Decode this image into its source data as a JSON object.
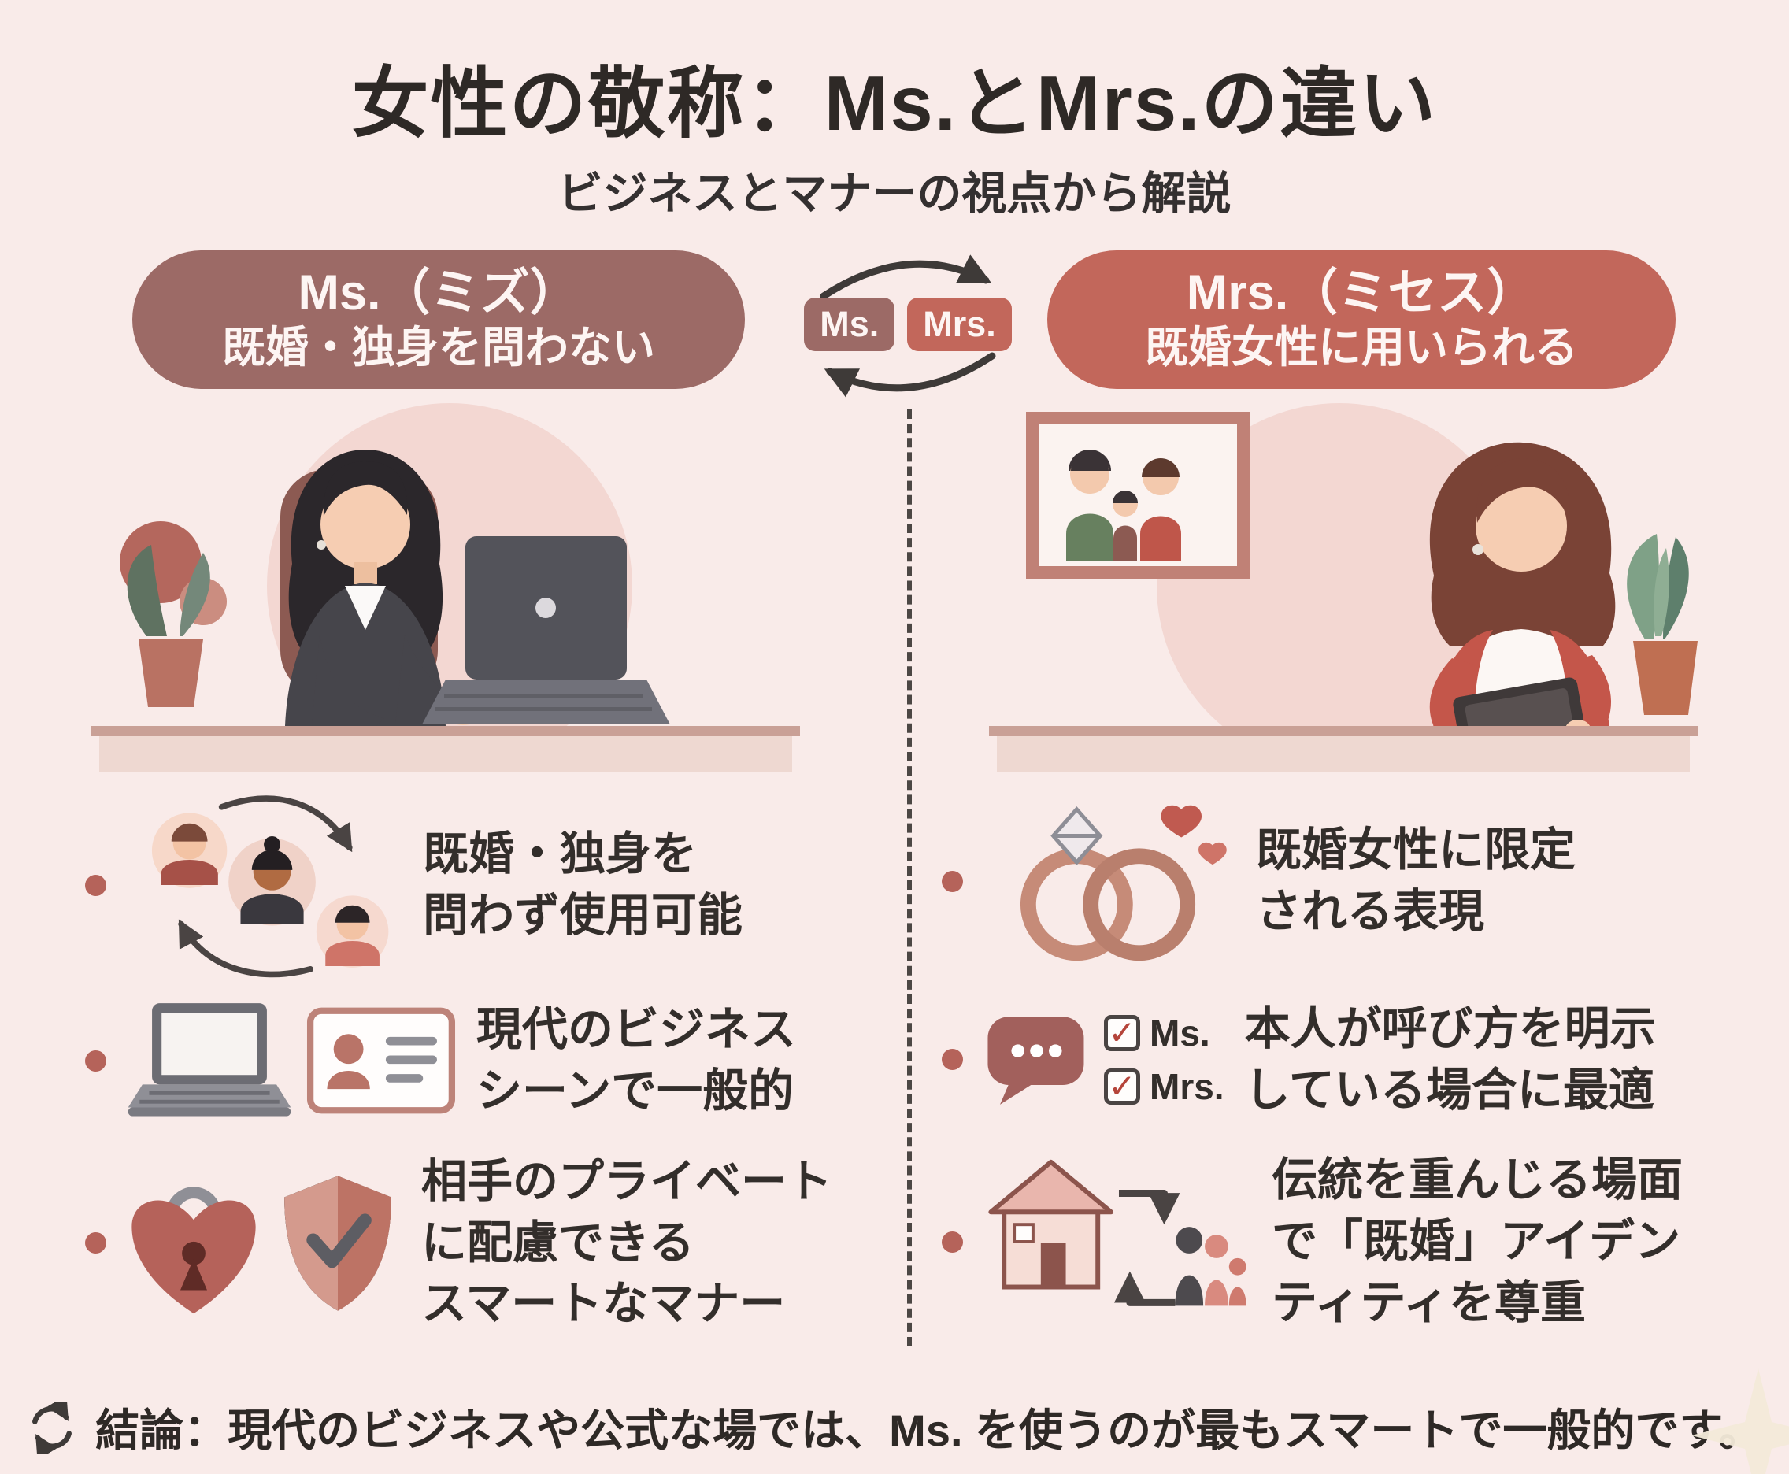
{
  "colors": {
    "background": "#f9ebe9",
    "title_text": "#2e2926",
    "left_pill_bg": "#9c6a66",
    "right_pill_bg": "#c2675b",
    "pill_text": "#fdf5f3",
    "bullet_dot": "#b5635a",
    "body_text": "#332e2b",
    "illustration_circle": "#f3d7d2",
    "check_mark": "#b5443a"
  },
  "header": {
    "title": "女性の敬称：Ms.とMrs.の違い",
    "subtitle": "ビジネスとマナーの視点から解説"
  },
  "swap": {
    "ms_label": "Ms.",
    "mrs_label": "Mrs."
  },
  "left_column": {
    "pill_title": "Ms.（ミズ）",
    "pill_subtitle": "既婚・独身を問わない",
    "illustration": "businesswoman-at-laptop",
    "bullets": [
      {
        "icon": "avatars-cycle-icon",
        "text": "既婚・独身を\n問わず使用可能"
      },
      {
        "icon": "laptop-idcard-icon",
        "text": "現代のビジネス\nシーンで一般的"
      },
      {
        "icon": "heartlock-shield-icon",
        "text": "相手のプライベート\nに配慮できる\nスマートなマナー"
      }
    ]
  },
  "right_column": {
    "pill_title": "Mrs.（ミセス）",
    "pill_subtitle": "既婚女性に用いられる",
    "illustration": "married-woman-with-family-photo",
    "checklist": {
      "check_glyph": "✓",
      "item1": "Ms.",
      "item2": "Mrs."
    },
    "bullets": [
      {
        "icon": "wedding-rings-icon",
        "text": "既婚女性に限定\nされる表現"
      },
      {
        "icon": "speech-checklist-icon",
        "text": "本人が呼び方を明示\nしている場合に最適"
      },
      {
        "icon": "house-family-icon",
        "text": "伝統を重んじる場面\nで「既婚」アイデン\nティティを尊重"
      }
    ]
  },
  "footer": {
    "conclusion": "結論：現代のビジネスや公式な場では、Ms. を使うのが最もスマートで一般的です。"
  }
}
